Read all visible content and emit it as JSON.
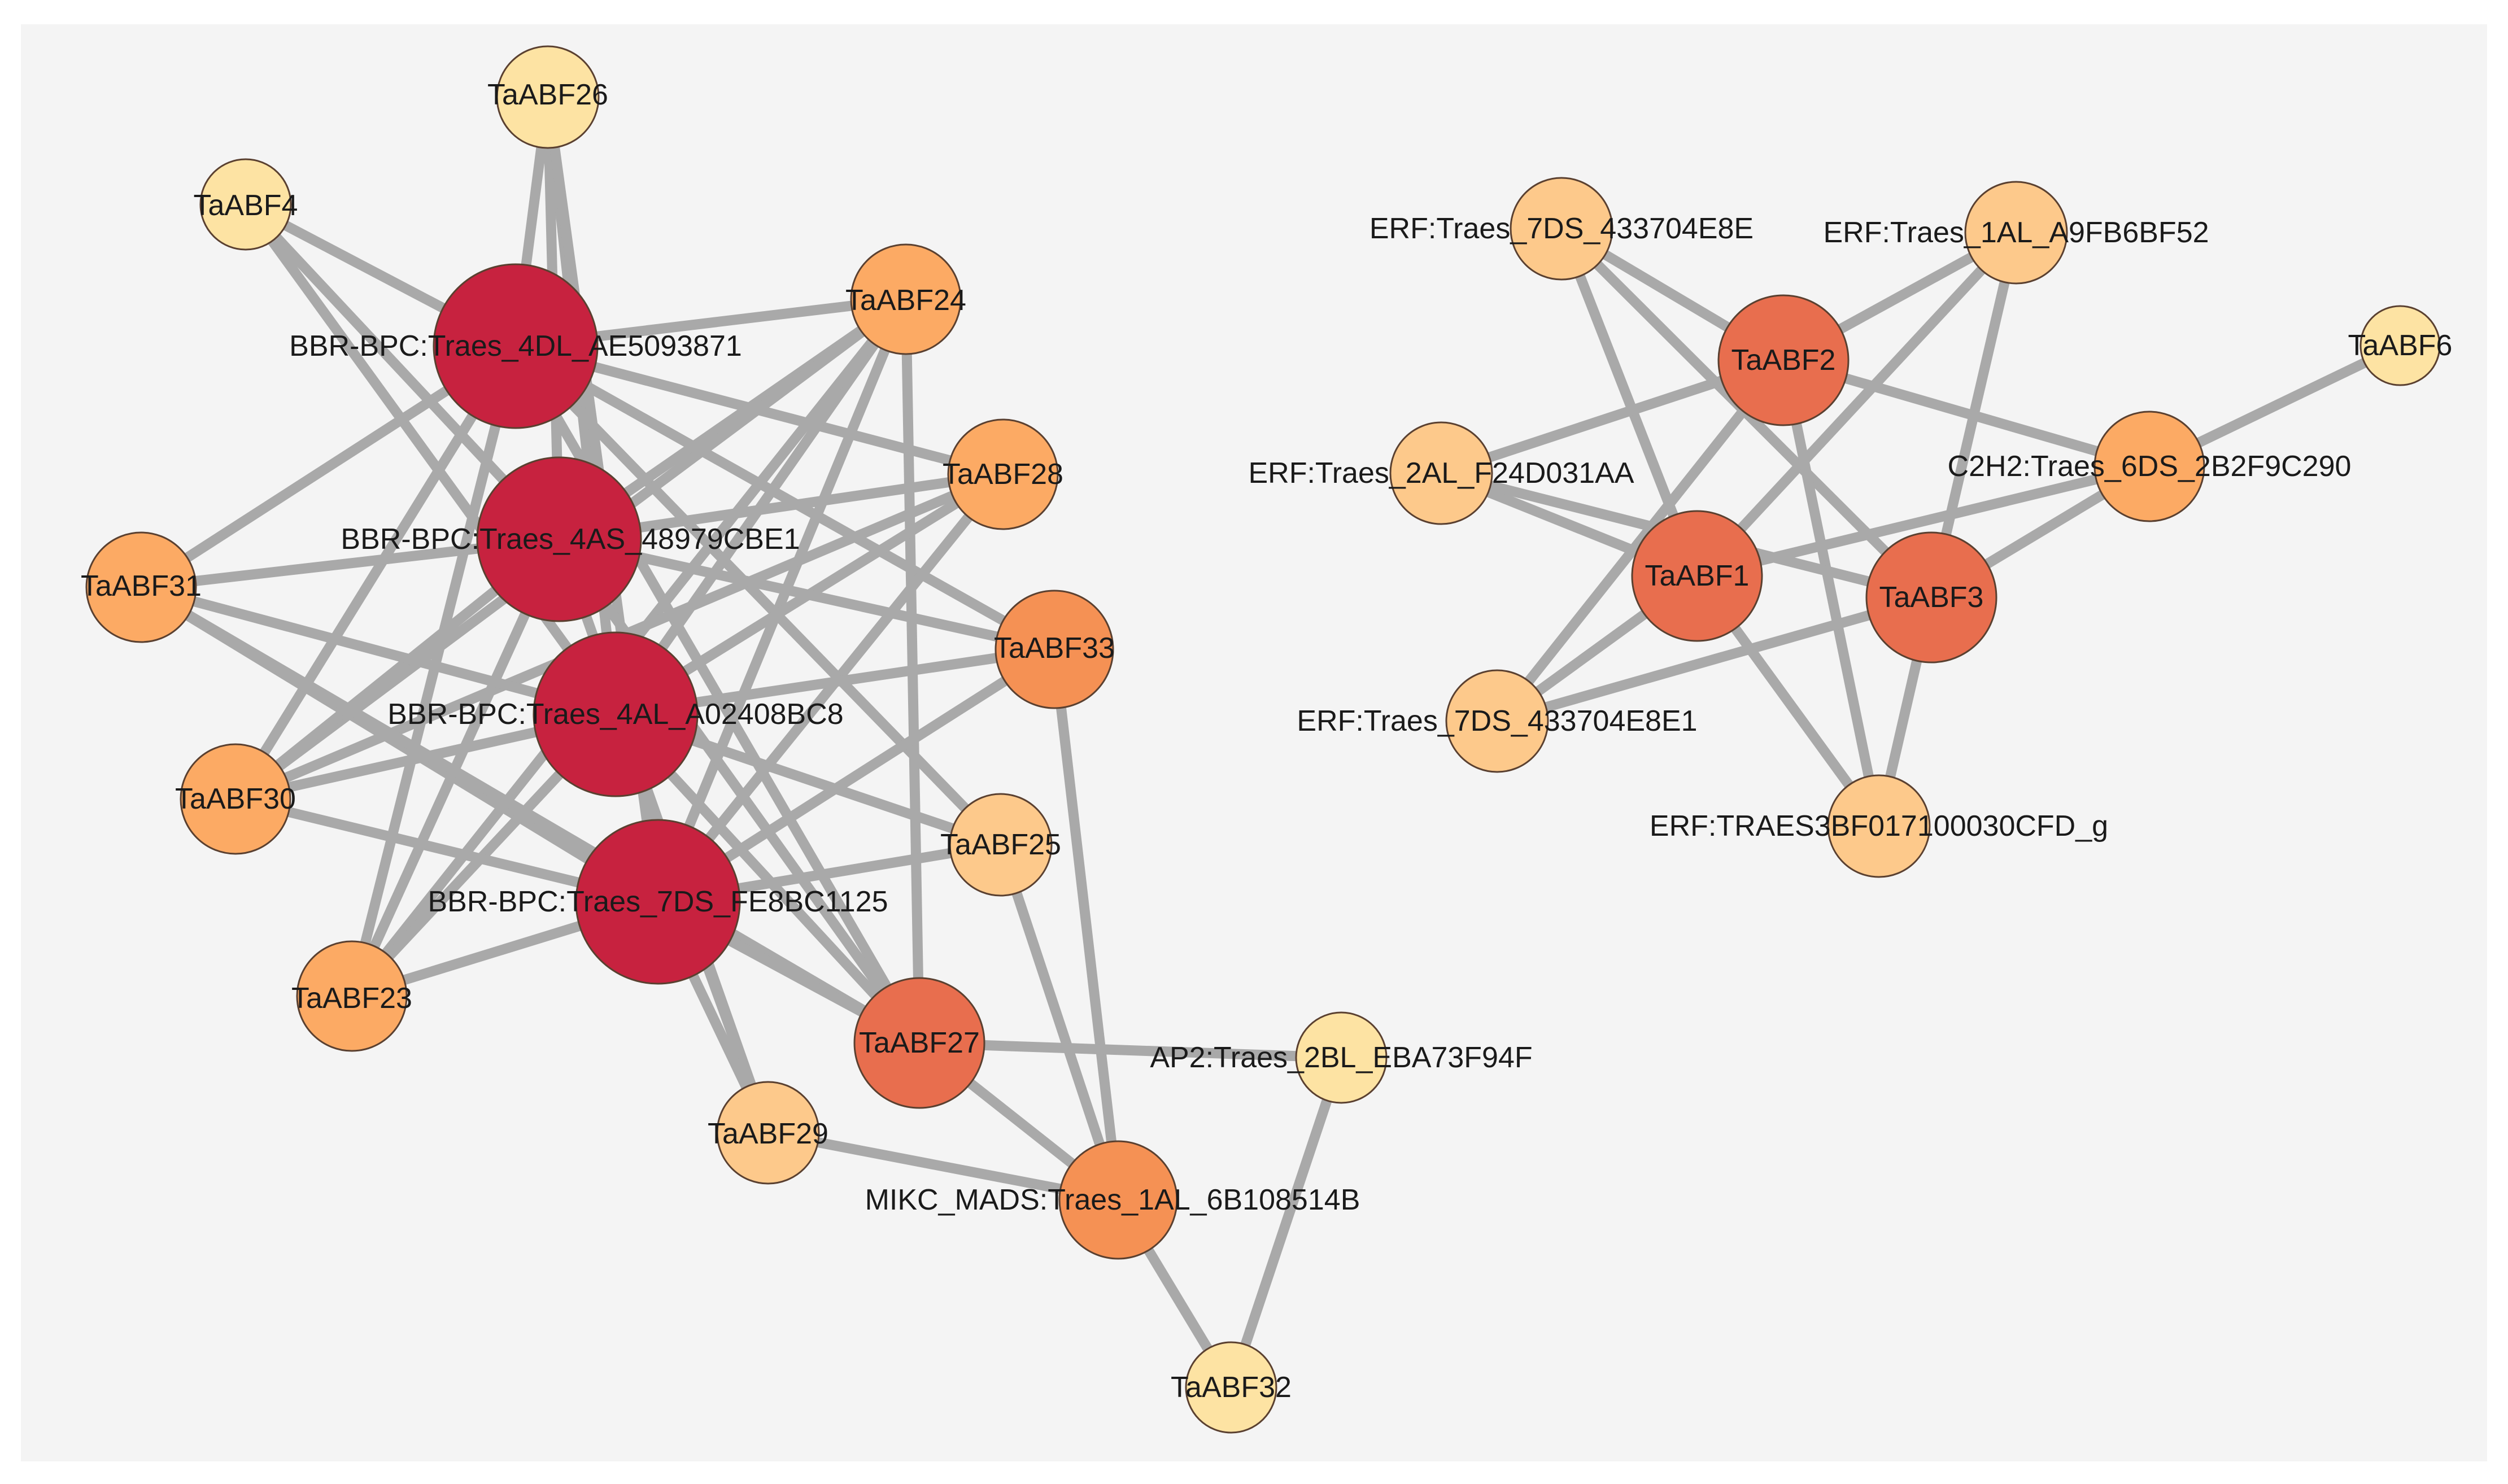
{
  "network": {
    "level_colors": {
      "low": "#fde3a3",
      "mid": "#fdc98b",
      "high": "#fcaa64",
      "higher": "#f59154",
      "hub": "#e86e4e",
      "top": "#c7223f"
    },
    "edge_color": "#a9a9a9",
    "nodes": [
      {
        "id": "n1",
        "label": "TaABF26",
        "level": "low"
      },
      {
        "id": "n2",
        "label": "TaABF4",
        "level": "low"
      },
      {
        "id": "n3",
        "label": "BBR-BPC:Traes_4DL_AE5093871",
        "level": "top"
      },
      {
        "id": "n4",
        "label": "TaABF24",
        "level": "high"
      },
      {
        "id": "n5",
        "label": "TaABF28",
        "level": "high"
      },
      {
        "id": "n6",
        "label": "BBR-BPC:Traes_4AS_48979CBE1",
        "level": "top"
      },
      {
        "id": "n7",
        "label": "TaABF31",
        "level": "high"
      },
      {
        "id": "n8",
        "label": "TaABF33",
        "level": "higher"
      },
      {
        "id": "n9",
        "label": "BBR-BPC:Traes_4AL_A02408BC8",
        "level": "top"
      },
      {
        "id": "n10",
        "label": "TaABF30",
        "level": "high"
      },
      {
        "id": "n11",
        "label": "TaABF25",
        "level": "mid"
      },
      {
        "id": "n12",
        "label": "BBR-BPC:Traes_7DS_FE8BC1125",
        "level": "top"
      },
      {
        "id": "n13",
        "label": "TaABF23",
        "level": "high"
      },
      {
        "id": "n14",
        "label": "TaABF27",
        "level": "hub"
      },
      {
        "id": "n15",
        "label": "AP2:Traes_2BL_EBA73F94F",
        "level": "low"
      },
      {
        "id": "n16",
        "label": "TaABF29",
        "level": "mid"
      },
      {
        "id": "n17",
        "label": "MIKC_MADS:Traes_1AL_6B108514B",
        "level": "higher"
      },
      {
        "id": "n18",
        "label": "TaABF32",
        "level": "low"
      },
      {
        "id": "n19",
        "label": "ERF:Traes_7DS_433704E8E",
        "level": "mid"
      },
      {
        "id": "n20",
        "label": "ERF:Traes_1AL_A9FB6BF52",
        "level": "mid"
      },
      {
        "id": "n21",
        "label": "TaABF2",
        "level": "hub"
      },
      {
        "id": "n22",
        "label": "TaABF6",
        "level": "low"
      },
      {
        "id": "n23",
        "label": "ERF:Traes_2AL_F24D031AA",
        "level": "mid"
      },
      {
        "id": "n24",
        "label": "C2H2:Traes_6DS_2B2F9C290",
        "level": "high"
      },
      {
        "id": "n25",
        "label": "TaABF1",
        "level": "hub"
      },
      {
        "id": "n26",
        "label": "TaABF3",
        "level": "hub"
      },
      {
        "id": "n27",
        "label": "ERF:Traes_7DS_433704E8E1",
        "level": "mid"
      },
      {
        "id": "n28",
        "label": "ERF:TRAES3BF017100030CFD_g",
        "level": "mid"
      }
    ],
    "edges": [
      [
        "n1",
        "n3"
      ],
      [
        "n1",
        "n6"
      ],
      [
        "n1",
        "n9"
      ],
      [
        "n1",
        "n12"
      ],
      [
        "n2",
        "n3"
      ],
      [
        "n2",
        "n6"
      ],
      [
        "n2",
        "n9"
      ],
      [
        "n3",
        "n4"
      ],
      [
        "n3",
        "n5"
      ],
      [
        "n3",
        "n7"
      ],
      [
        "n3",
        "n8"
      ],
      [
        "n3",
        "n10"
      ],
      [
        "n3",
        "n11"
      ],
      [
        "n3",
        "n13"
      ],
      [
        "n3",
        "n14"
      ],
      [
        "n4",
        "n6"
      ],
      [
        "n4",
        "n9"
      ],
      [
        "n4",
        "n10"
      ],
      [
        "n4",
        "n12"
      ],
      [
        "n4",
        "n13"
      ],
      [
        "n4",
        "n14"
      ],
      [
        "n5",
        "n6"
      ],
      [
        "n5",
        "n9"
      ],
      [
        "n5",
        "n10"
      ],
      [
        "n5",
        "n12"
      ],
      [
        "n6",
        "n7"
      ],
      [
        "n6",
        "n8"
      ],
      [
        "n6",
        "n10"
      ],
      [
        "n6",
        "n13"
      ],
      [
        "n6",
        "n14"
      ],
      [
        "n6",
        "n16"
      ],
      [
        "n7",
        "n9"
      ],
      [
        "n7",
        "n12"
      ],
      [
        "n7",
        "n14"
      ],
      [
        "n8",
        "n9"
      ],
      [
        "n8",
        "n12"
      ],
      [
        "n8",
        "n17"
      ],
      [
        "n9",
        "n10"
      ],
      [
        "n9",
        "n11"
      ],
      [
        "n9",
        "n13"
      ],
      [
        "n9",
        "n14"
      ],
      [
        "n9",
        "n16"
      ],
      [
        "n10",
        "n12"
      ],
      [
        "n11",
        "n12"
      ],
      [
        "n11",
        "n17"
      ],
      [
        "n12",
        "n13"
      ],
      [
        "n12",
        "n14"
      ],
      [
        "n12",
        "n16"
      ],
      [
        "n14",
        "n15"
      ],
      [
        "n14",
        "n17"
      ],
      [
        "n15",
        "n18"
      ],
      [
        "n16",
        "n17"
      ],
      [
        "n17",
        "n18"
      ],
      [
        "n19",
        "n21"
      ],
      [
        "n19",
        "n25"
      ],
      [
        "n19",
        "n26"
      ],
      [
        "n20",
        "n21"
      ],
      [
        "n20",
        "n25"
      ],
      [
        "n20",
        "n26"
      ],
      [
        "n21",
        "n23"
      ],
      [
        "n21",
        "n24"
      ],
      [
        "n21",
        "n27"
      ],
      [
        "n21",
        "n28"
      ],
      [
        "n22",
        "n24"
      ],
      [
        "n23",
        "n25"
      ],
      [
        "n23",
        "n26"
      ],
      [
        "n24",
        "n25"
      ],
      [
        "n24",
        "n26"
      ],
      [
        "n25",
        "n27"
      ],
      [
        "n25",
        "n28"
      ],
      [
        "n26",
        "n27"
      ],
      [
        "n26",
        "n28"
      ]
    ]
  }
}
